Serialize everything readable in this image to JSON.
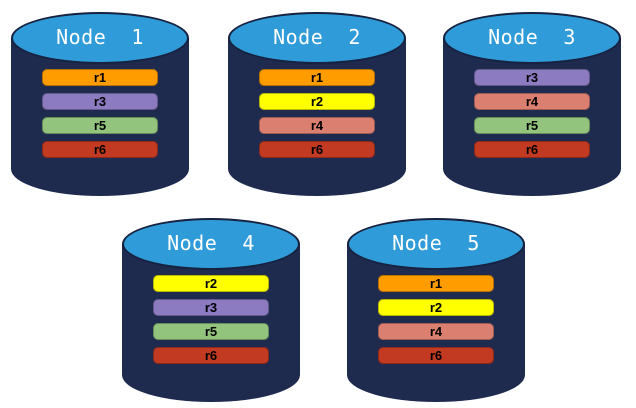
{
  "diagram": {
    "title": "database nodes with replicas"
  },
  "colors": {
    "background": "#ffffff",
    "cylinder_body": "#1E2B4F",
    "cylinder_top": "#2F9BD8",
    "cylinder_outline": "#16223F",
    "title_text": "#FFFFFF",
    "bar_text": "#000000",
    "replicas": {
      "r1": "#FF9D00",
      "r2": "#FFFF00",
      "r3": "#8D7BC1",
      "r4": "#DB8070",
      "r5": "#92C47D",
      "r6": "#C23A22"
    }
  },
  "nodes": [
    {
      "title": "Node  1",
      "replicas": [
        "r1",
        "r3",
        "r5",
        "r6"
      ]
    },
    {
      "title": "Node  2",
      "replicas": [
        "r1",
        "r2",
        "r4",
        "r6"
      ]
    },
    {
      "title": "Node  3",
      "replicas": [
        "r3",
        "r4",
        "r5",
        "r6"
      ]
    },
    {
      "title": "Node  4",
      "replicas": [
        "r2",
        "r3",
        "r5",
        "r6"
      ]
    },
    {
      "title": "Node  5",
      "replicas": [
        "r1",
        "r2",
        "r4",
        "r6"
      ]
    }
  ]
}
